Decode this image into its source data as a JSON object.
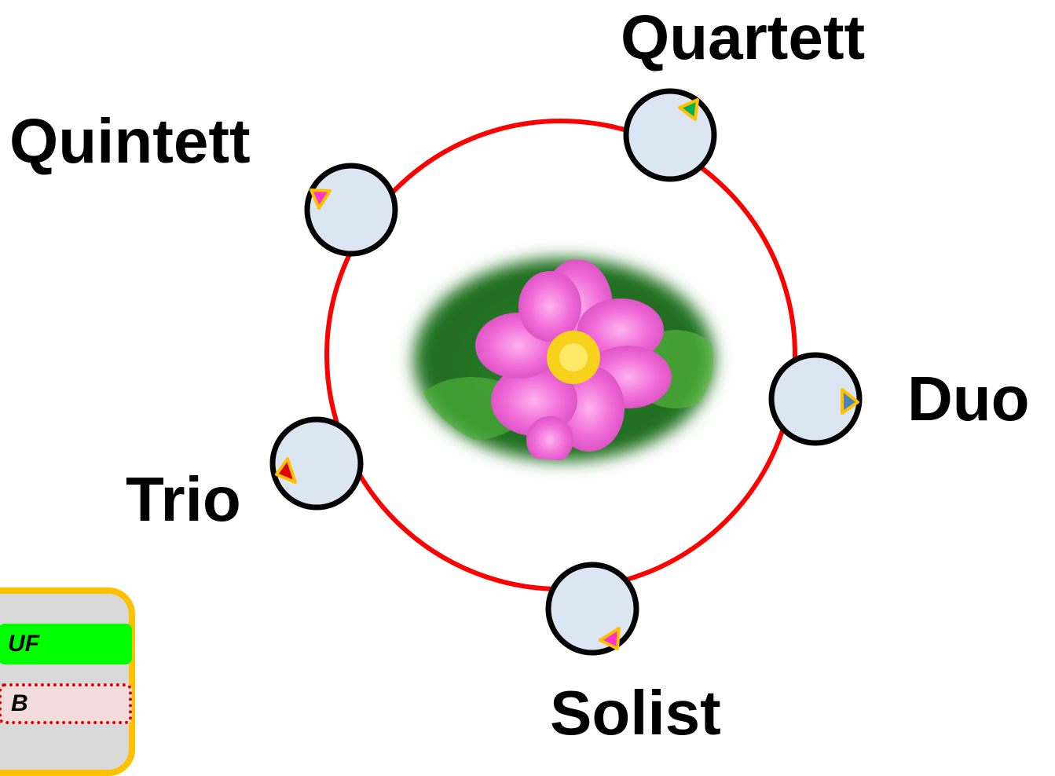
{
  "diagram": {
    "nodes": [
      {
        "id": "quartett",
        "label": "Quartett",
        "marker_color": "#00b050"
      },
      {
        "id": "quintett",
        "label": "Quintett",
        "marker_color": "#ff33cc"
      },
      {
        "id": "duo",
        "label": "Duo",
        "marker_color": "#4f81bd"
      },
      {
        "id": "trio",
        "label": "Trio",
        "marker_color": "#e00000"
      },
      {
        "id": "solist",
        "label": "Solist",
        "marker_color": "#ff33cc"
      }
    ],
    "center_image": "pink-flower-photo",
    "colors": {
      "ring": "#ff0000",
      "node_fill": "#dce6f2",
      "node_stroke": "#000000",
      "marker_outline": "#ffc000"
    }
  },
  "legend": {
    "items": [
      {
        "label": "UF",
        "color": "#00ff00"
      },
      {
        "label": "B",
        "color": "#f2dcdb",
        "border": "#e00000"
      }
    ]
  }
}
